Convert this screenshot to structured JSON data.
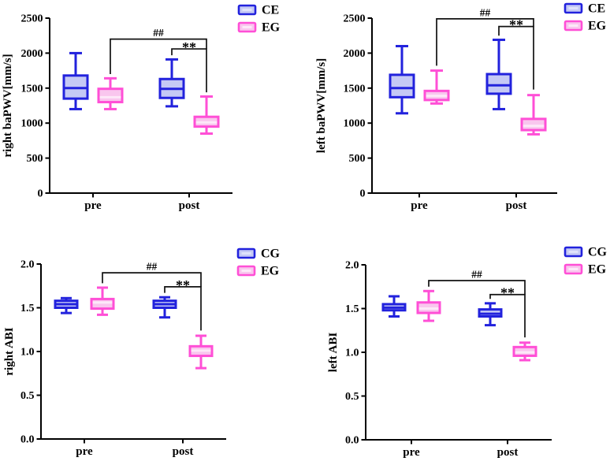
{
  "figure_title": "",
  "colors": {
    "blue_border": "#2222dd",
    "blue_fill": "#c5c9f5",
    "blue_median": "#2222dd",
    "blue_stripe": "#dfe2fb",
    "pink_border": "#ff4fd6",
    "pink_fill": "#f9c6ee",
    "pink_median": "#fde8f8",
    "pink_stripe": "#fde8f8",
    "axis": "#000000",
    "bracket": "#111111",
    "text": "#000000"
  },
  "chart_data": [
    {
      "type": "box",
      "id": "right-bapwv",
      "ylabel": "right baPWV[mm/s]",
      "ylim": [
        0,
        2500
      ],
      "ytick_values": [
        0,
        500,
        1000,
        1500,
        2000,
        2500
      ],
      "ytick_labels": [
        "0",
        "500",
        "1000",
        "1500",
        "2000",
        "2500"
      ],
      "categories": [
        "pre",
        "post"
      ],
      "legend_position": "top-right-outside",
      "series": [
        {
          "name": "CE",
          "color_key": "blue",
          "boxes": [
            {
              "cat": "pre",
              "min": 1200,
              "q1": 1350,
              "median": 1500,
              "q3": 1680,
              "max": 2000
            },
            {
              "cat": "post",
              "min": 1240,
              "q1": 1360,
              "median": 1490,
              "q3": 1630,
              "max": 1910
            }
          ]
        },
        {
          "name": "EG",
          "color_key": "pink",
          "boxes": [
            {
              "cat": "pre",
              "min": 1200,
              "q1": 1300,
              "median": 1370,
              "q3": 1490,
              "max": 1640
            },
            {
              "cat": "post",
              "min": 850,
              "q1": 950,
              "median": 1010,
              "q3": 1090,
              "max": 1380
            }
          ]
        }
      ],
      "brackets": [
        {
          "label": "##",
          "from_series": 1,
          "from_cat": 0,
          "to_series": 1,
          "to_cat": 1,
          "level": 2200,
          "left_stop": 1700,
          "right_stop": 2060
        },
        {
          "label": "**",
          "from_series": 0,
          "from_cat": 1,
          "to_series": 1,
          "to_cat": 1,
          "level": 2060,
          "left_stop": 1970,
          "right_stop": 1440
        }
      ]
    },
    {
      "type": "box",
      "id": "left-bapwv",
      "ylabel": "left baPWV[mm/s]",
      "ylim": [
        0,
        2500
      ],
      "ytick_values": [
        0,
        500,
        1000,
        1500,
        2000,
        2500
      ],
      "ytick_labels": [
        "0",
        "500",
        "1000",
        "1500",
        "2000",
        "2500"
      ],
      "categories": [
        "pre",
        "post"
      ],
      "legend_position": "top-right-outside",
      "series": [
        {
          "name": "CE",
          "color_key": "blue",
          "boxes": [
            {
              "cat": "pre",
              "min": 1140,
              "q1": 1370,
              "median": 1500,
              "q3": 1690,
              "max": 2100
            },
            {
              "cat": "post",
              "min": 1200,
              "q1": 1420,
              "median": 1540,
              "q3": 1700,
              "max": 2190
            }
          ]
        },
        {
          "name": "EG",
          "color_key": "pink",
          "boxes": [
            {
              "cat": "pre",
              "min": 1280,
              "q1": 1330,
              "median": 1390,
              "q3": 1460,
              "max": 1750
            },
            {
              "cat": "post",
              "min": 840,
              "q1": 900,
              "median": 960,
              "q3": 1060,
              "max": 1400
            }
          ]
        }
      ],
      "brackets": [
        {
          "label": "##",
          "from_series": 1,
          "from_cat": 0,
          "to_series": 1,
          "to_cat": 1,
          "level": 2490,
          "left_stop": 1820,
          "right_stop": 2380
        },
        {
          "label": "**",
          "from_series": 0,
          "from_cat": 1,
          "to_series": 1,
          "to_cat": 1,
          "level": 2380,
          "left_stop": 2250,
          "right_stop": 1480
        }
      ]
    },
    {
      "type": "box",
      "id": "right-abi",
      "ylabel": "right ABI",
      "ylim": [
        0,
        2.0
      ],
      "ytick_values": [
        0,
        0.5,
        1.0,
        1.5,
        2.0
      ],
      "ytick_labels": [
        "0.0",
        "0.5",
        "1.0",
        "1.5",
        "2.0"
      ],
      "categories": [
        "pre",
        "post"
      ],
      "legend_position": "top-right-outside",
      "series": [
        {
          "name": "CG",
          "color_key": "blue",
          "boxes": [
            {
              "cat": "pre",
              "min": 1.44,
              "q1": 1.5,
              "median": 1.54,
              "q3": 1.58,
              "max": 1.61
            },
            {
              "cat": "post",
              "min": 1.39,
              "q1": 1.5,
              "median": 1.54,
              "q3": 1.58,
              "max": 1.62
            }
          ]
        },
        {
          "name": "EG",
          "color_key": "pink",
          "boxes": [
            {
              "cat": "pre",
              "min": 1.42,
              "q1": 1.49,
              "median": 1.56,
              "q3": 1.6,
              "max": 1.73
            },
            {
              "cat": "post",
              "min": 0.81,
              "q1": 0.95,
              "median": 1.01,
              "q3": 1.06,
              "max": 1.18
            }
          ]
        }
      ],
      "brackets": [
        {
          "label": "##",
          "from_series": 1,
          "from_cat": 0,
          "to_series": 1,
          "to_cat": 1,
          "level": 1.9,
          "left_stop": 1.78,
          "right_stop": 1.74
        },
        {
          "label": "**",
          "from_series": 0,
          "from_cat": 1,
          "to_series": 1,
          "to_cat": 1,
          "level": 1.74,
          "left_stop": 1.67,
          "right_stop": 1.24
        }
      ]
    },
    {
      "type": "box",
      "id": "left-abi",
      "ylabel": "left ABI",
      "ylim": [
        0,
        2.0
      ],
      "ytick_values": [
        0,
        0.5,
        1.0,
        1.5,
        2.0
      ],
      "ytick_labels": [
        "0.0",
        "0.5",
        "1.0",
        "1.5",
        "2.0"
      ],
      "categories": [
        "pre",
        "post"
      ],
      "legend_position": "top-right-outside",
      "series": [
        {
          "name": "CG",
          "color_key": "blue",
          "boxes": [
            {
              "cat": "pre",
              "min": 1.41,
              "q1": 1.48,
              "median": 1.51,
              "q3": 1.55,
              "max": 1.64
            },
            {
              "cat": "post",
              "min": 1.31,
              "q1": 1.41,
              "median": 1.44,
              "q3": 1.49,
              "max": 1.56
            }
          ]
        },
        {
          "name": "EG",
          "color_key": "pink",
          "boxes": [
            {
              "cat": "pre",
              "min": 1.36,
              "q1": 1.45,
              "median": 1.5,
              "q3": 1.57,
              "max": 1.7
            },
            {
              "cat": "post",
              "min": 0.91,
              "q1": 0.96,
              "median": 1.0,
              "q3": 1.06,
              "max": 1.11
            }
          ]
        }
      ],
      "brackets": [
        {
          "label": "##",
          "from_series": 1,
          "from_cat": 0,
          "to_series": 1,
          "to_cat": 1,
          "level": 1.82,
          "left_stop": 1.75,
          "right_stop": 1.66
        },
        {
          "label": "**",
          "from_series": 0,
          "from_cat": 1,
          "to_series": 1,
          "to_cat": 1,
          "level": 1.66,
          "left_stop": 1.61,
          "right_stop": 1.17
        }
      ]
    }
  ]
}
